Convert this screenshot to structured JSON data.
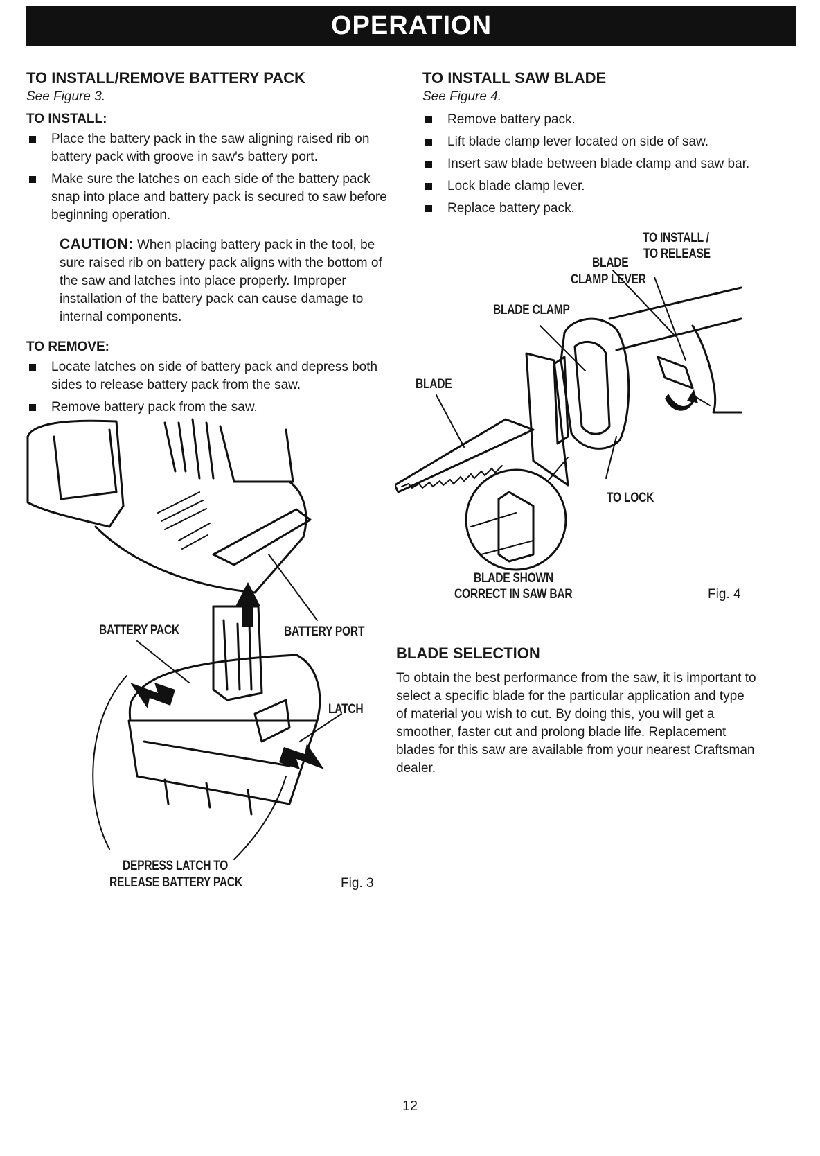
{
  "header": {
    "title": "OPERATION"
  },
  "battery": {
    "title": "TO INSTALL/REMOVE BATTERY PACK",
    "see": "See Figure 3.",
    "install_heading": "TO INSTALL:",
    "install_items": [
      "Place the battery pack in the saw aligning raised rib on battery pack with groove in saw's battery port.",
      "Make sure the latches on each side of the battery pack snap into place and battery pack is secured to saw before beginning operation."
    ],
    "caution_lead": "CAUTION:",
    "caution_text": " When placing battery pack in the tool, be sure raised rib on battery pack aligns with the bottom of the saw and latches into place properly. Improper installation of the battery pack can cause damage to internal components.",
    "remove_heading": "TO REMOVE:",
    "remove_items": [
      "Locate latches on side of battery pack and depress both sides to release battery pack from the saw.",
      "Remove battery pack from the saw."
    ]
  },
  "fig3": {
    "label_battery_pack": "BATTERY PACK",
    "label_battery_port": "BATTERY PORT",
    "label_latch": "LATCH",
    "label_depress_1": "DEPRESS LATCH TO",
    "label_depress_2": "RELEASE BATTERY PACK",
    "number": "Fig. 3"
  },
  "blade": {
    "title": "TO INSTALL SAW BLADE",
    "see": "See Figure 4.",
    "items": [
      "Remove battery pack.",
      "Lift blade clamp lever located on side of saw.",
      "Insert saw blade between blade clamp and saw bar.",
      "Lock blade clamp lever.",
      "Replace battery pack."
    ]
  },
  "fig4": {
    "label_to_install": "TO INSTALL /",
    "label_to_release": "TO RELEASE",
    "label_blade_clamp_lever_1": "BLADE",
    "label_blade_clamp_lever_2": "CLAMP LEVER",
    "label_blade_clamp": "BLADE CLAMP",
    "label_blade": "BLADE",
    "label_to_lock": "TO LOCK",
    "label_shown_1": "BLADE SHOWN",
    "label_shown_2": "CORRECT IN SAW BAR",
    "number": "Fig. 4"
  },
  "selection": {
    "title": "BLADE SELECTION",
    "text": "To obtain the best performance from the saw, it is important to select a specific blade for the particular application and type of material you wish to cut. By doing this, you will get a smoother, faster cut and prolong blade life. Replacement blades for this saw are available from your nearest Craftsman dealer."
  },
  "page": {
    "number": "12"
  }
}
